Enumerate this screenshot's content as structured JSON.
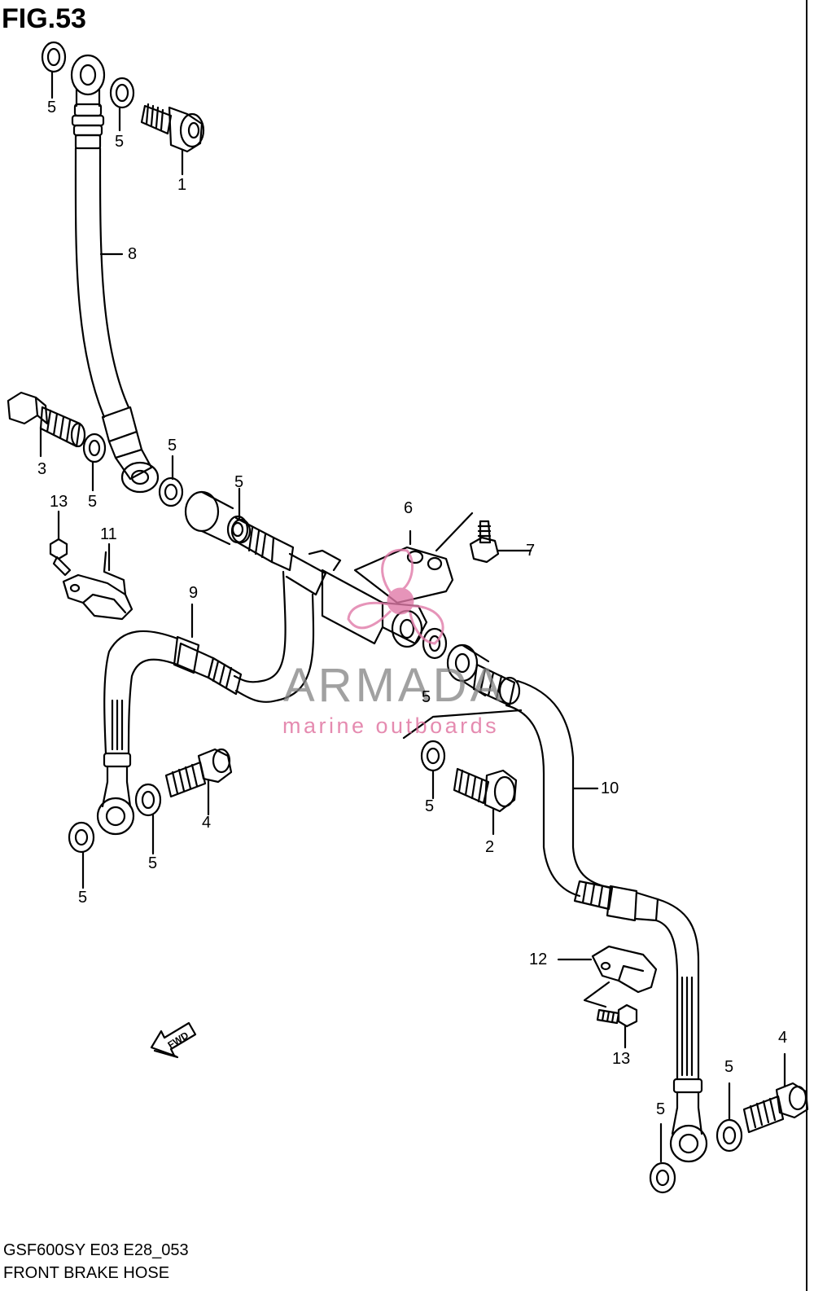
{
  "figure": {
    "title": "FIG.53",
    "model_code": "GSF600SY E03 E28_053",
    "name": "FRONT BRAKE HOSE"
  },
  "watermark": {
    "brand": "ARMADA",
    "tagline": "marine outboards",
    "accent_color": "#e07aa8",
    "icon": "propeller-icon"
  },
  "arrow": {
    "label": "FWD",
    "icon": "fwd-arrow-icon"
  },
  "callouts": [
    {
      "id": "c5a",
      "text": "5"
    },
    {
      "id": "c5b",
      "text": "5"
    },
    {
      "id": "c1",
      "text": "1"
    },
    {
      "id": "c8",
      "text": "8"
    },
    {
      "id": "c3",
      "text": "3"
    },
    {
      "id": "c5c",
      "text": "5"
    },
    {
      "id": "c5d",
      "text": "5"
    },
    {
      "id": "c5e",
      "text": "5"
    },
    {
      "id": "c6",
      "text": "6"
    },
    {
      "id": "c7",
      "text": "7"
    },
    {
      "id": "c13a",
      "text": "13"
    },
    {
      "id": "c11",
      "text": "11"
    },
    {
      "id": "c9",
      "text": "9"
    },
    {
      "id": "c5f",
      "text": "5"
    },
    {
      "id": "c5g",
      "text": "5"
    },
    {
      "id": "c2",
      "text": "2"
    },
    {
      "id": "c10",
      "text": "10"
    },
    {
      "id": "c4a",
      "text": "4"
    },
    {
      "id": "c5h",
      "text": "5"
    },
    {
      "id": "c5i",
      "text": "5"
    },
    {
      "id": "c12",
      "text": "12"
    },
    {
      "id": "c13b",
      "text": "13"
    },
    {
      "id": "c4b",
      "text": "4"
    },
    {
      "id": "c5j",
      "text": "5"
    },
    {
      "id": "c5k",
      "text": "5"
    }
  ]
}
